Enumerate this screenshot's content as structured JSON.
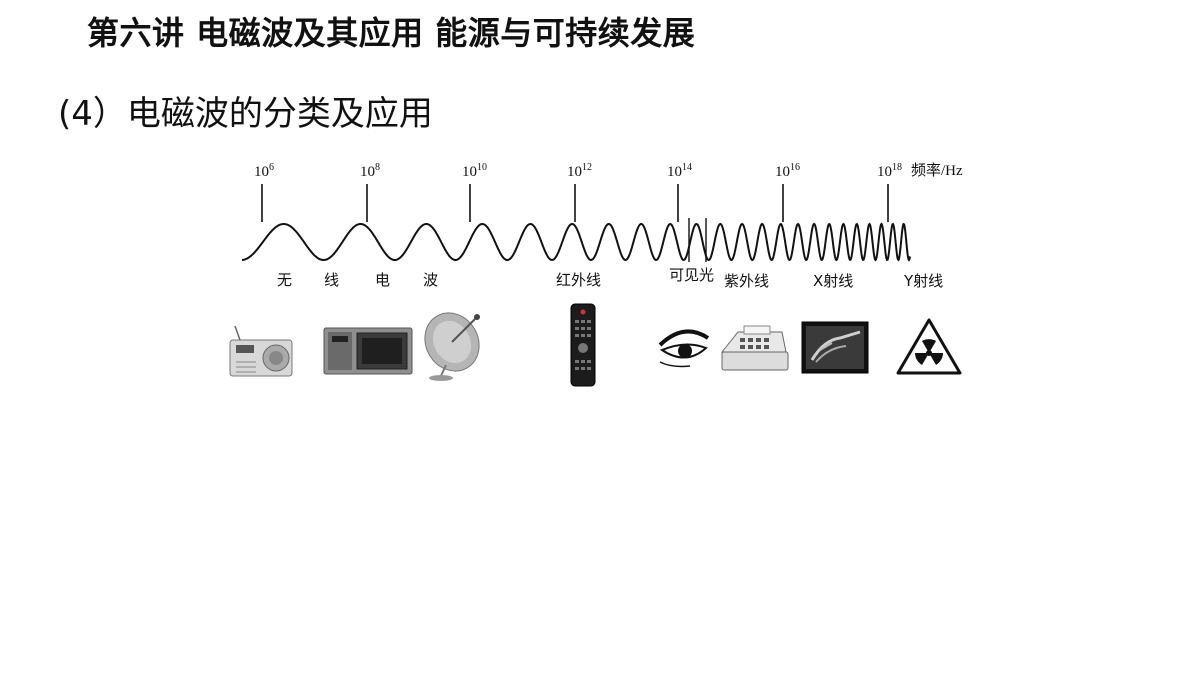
{
  "slide": {
    "title": "第六讲 电磁波及其应用 能源与可持续发展",
    "subtitle": "(4）电磁波的分类及应用"
  },
  "diagram": {
    "frequency_unit": "频率/Hz",
    "frequency_marks": [
      {
        "base": "10",
        "exp": "6"
      },
      {
        "base": "10",
        "exp": "8"
      },
      {
        "base": "10",
        "exp": "10"
      },
      {
        "base": "10",
        "exp": "12"
      },
      {
        "base": "10",
        "exp": "14"
      },
      {
        "base": "10",
        "exp": "16"
      },
      {
        "base": "10",
        "exp": "18"
      }
    ],
    "bands": {
      "radio": [
        "无",
        "线",
        "电",
        "波"
      ],
      "infrared": "红外线",
      "visible": "可见光",
      "ultraviolet": "紫外线",
      "xray": "X射线",
      "gamma": "Y射线"
    },
    "application_icons": [
      "radio-icon",
      "microwave-oven-icon",
      "satellite-dish-icon",
      "remote-control-icon",
      "eye-icon",
      "banknote-checker-icon",
      "xray-film-icon",
      "radiation-warning-icon"
    ]
  }
}
